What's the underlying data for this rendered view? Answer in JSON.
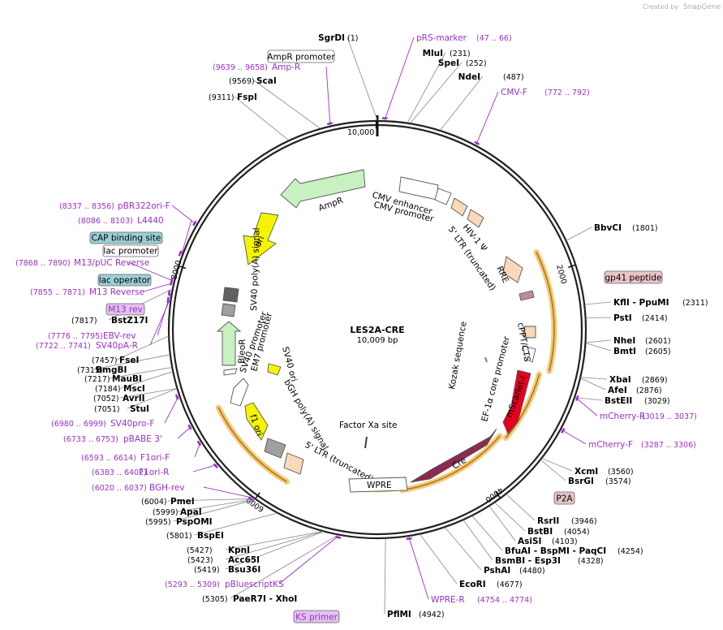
{
  "watermark": {
    "prefix": "Created by",
    "brand": "SnapGene"
  },
  "plasmid": {
    "name": "LES2A-CRE",
    "size": "10,009 bp",
    "length": 10009
  },
  "ticks": [
    {
      "pos": 10000,
      "label": "10,000"
    },
    {
      "pos": 2000,
      "label": "2000"
    },
    {
      "pos": 4000,
      "label": "4000"
    },
    {
      "pos": 6000,
      "label": "6000"
    },
    {
      "pos": 8000,
      "label": "8000"
    }
  ],
  "sites": [
    {
      "name": "SgrDI",
      "pos": "(1)",
      "bp": 1
    },
    {
      "name": "MluI",
      "pos": "(231)",
      "bp": 231
    },
    {
      "name": "SpeI",
      "pos": "(252)",
      "bp": 252
    },
    {
      "name": "NdeI",
      "pos": "(487)",
      "bp": 487
    },
    {
      "name": "BbvCI",
      "pos": "(1801)",
      "bp": 1801
    },
    {
      "name": "KflI - PpuMI",
      "pos": "(2311)",
      "bp": 2311
    },
    {
      "name": "PstI",
      "pos": "(2414)",
      "bp": 2414
    },
    {
      "name": "NheI",
      "pos": "(2601)",
      "bp": 2601
    },
    {
      "name": "BmtI",
      "pos": "(2605)",
      "bp": 2605
    },
    {
      "name": "XbaI",
      "pos": "(2869)",
      "bp": 2869
    },
    {
      "name": "AfeI",
      "pos": "(2876)",
      "bp": 2876
    },
    {
      "name": "BstEII",
      "pos": "(3029)",
      "bp": 3029
    },
    {
      "name": "XcmI",
      "pos": "(3560)",
      "bp": 3560
    },
    {
      "name": "BsrGI",
      "pos": "(3574)",
      "bp": 3574
    },
    {
      "name": "RsrII",
      "pos": "(3946)",
      "bp": 3946
    },
    {
      "name": "BstBI",
      "pos": "(4054)",
      "bp": 4054
    },
    {
      "name": "AsiSI",
      "pos": "(4103)",
      "bp": 4103
    },
    {
      "name": "BfuAI - BspMI - PaqCI",
      "pos": "(4254)",
      "bp": 4254
    },
    {
      "name": "BsmBI - Esp3I",
      "pos": "(4328)",
      "bp": 4328
    },
    {
      "name": "PshAI",
      "pos": "(4480)",
      "bp": 4480
    },
    {
      "name": "EcoRI",
      "pos": "(4677)",
      "bp": 4677
    },
    {
      "name": "PflMI",
      "pos": "(4942)",
      "bp": 4942
    },
    {
      "name": "PaeR7I - XhoI",
      "pos": "(5305)",
      "bp": 5305
    },
    {
      "name": "Bsu36I",
      "pos": "(5419)",
      "bp": 5419
    },
    {
      "name": "Acc65I",
      "pos": "(5423)",
      "bp": 5423
    },
    {
      "name": "KpnI",
      "pos": "(5427)",
      "bp": 5427
    },
    {
      "name": "BspEI",
      "pos": "(5801)",
      "bp": 5801
    },
    {
      "name": "PspOMI",
      "pos": "(5995)",
      "bp": 5995
    },
    {
      "name": "ApaI",
      "pos": "(5999)",
      "bp": 5999
    },
    {
      "name": "PmeI",
      "pos": "(6004)",
      "bp": 6004
    },
    {
      "name": "StuI",
      "pos": "(7051)",
      "bp": 7051
    },
    {
      "name": "AvrII",
      "pos": "(7052)",
      "bp": 7052
    },
    {
      "name": "MscI",
      "pos": "(7184)",
      "bp": 7184
    },
    {
      "name": "MauBI",
      "pos": "(7217)",
      "bp": 7217
    },
    {
      "name": "BmgBI",
      "pos": "(7315)",
      "bp": 7315
    },
    {
      "name": "FseI",
      "pos": "(7457)",
      "bp": 7457
    },
    {
      "name": "BstZ17I",
      "pos": "(7817)",
      "bp": 7817
    },
    {
      "name": "FspI",
      "pos": "(9311)",
      "bp": 9311
    },
    {
      "name": "ScaI",
      "pos": "(9569)",
      "bp": 9569
    }
  ],
  "primers": [
    {
      "name": "pRS-marker",
      "range": "(47 .. 66)",
      "bp": 56
    },
    {
      "name": "CMV-F",
      "range": "(772 .. 792)",
      "bp": 782
    },
    {
      "name": "mCherry-R",
      "range": "(3019 .. 3037)",
      "bp": 3028
    },
    {
      "name": "mCherry-F",
      "range": "(3287 .. 3306)",
      "bp": 3296
    },
    {
      "name": "WPRE-R",
      "range": "(4754 .. 4774)",
      "bp": 4764
    },
    {
      "name": "pBluescriptKS",
      "range": "(5293 .. 5309)",
      "bp": 5301
    },
    {
      "name": "BGH-rev",
      "range": "(6020 .. 6037)",
      "bp": 6028
    },
    {
      "name": "F1ori-R",
      "range": "(6383 .. 6402)",
      "bp": 6392
    },
    {
      "name": "F1ori-F",
      "range": "(6593 .. 6614)",
      "bp": 6603
    },
    {
      "name": "pBABE 3'",
      "range": "(6733 .. 6753)",
      "bp": 6743
    },
    {
      "name": "SV40pro-F",
      "range": "(6980 .. 6999)",
      "bp": 6990
    },
    {
      "name": "SV40pA-R",
      "range": "(7722 .. 7741)",
      "bp": 7731
    },
    {
      "name": "EBV-rev",
      "range": "(7776 .. 7795)",
      "bp": 7785
    },
    {
      "name": "M13 Reverse",
      "range": "(7855 .. 7871)",
      "bp": 7863
    },
    {
      "name": "M13/pUC Reverse",
      "range": "(7868 .. 7890)",
      "bp": 7879
    },
    {
      "name": "L4440",
      "range": "(8086 .. 8103)",
      "bp": 8094
    },
    {
      "name": "pBR322ori-F",
      "range": "(8337 .. 8356)",
      "bp": 8346
    },
    {
      "name": "Amp-R",
      "range": "(9639 .. 9658)",
      "bp": 9648
    }
  ],
  "boxed_labels": [
    {
      "text": "AmpR promoter",
      "style": "white"
    },
    {
      "text": "gp41 peptide",
      "style": "pink"
    },
    {
      "text": "P2A",
      "style": "pink"
    },
    {
      "text": "KS primer",
      "style": "purple"
    },
    {
      "text": "M13 rev",
      "style": "purple"
    },
    {
      "text": "lac operator",
      "style": "teal"
    },
    {
      "text": "lac promoter",
      "style": "white"
    },
    {
      "text": "CAP binding site",
      "style": "teal"
    }
  ],
  "features": [
    {
      "name": "CMV enhancer",
      "color": "#ffffff"
    },
    {
      "name": "CMV promoter",
      "color": "#ffffff"
    },
    {
      "name": "HIV-1 Ψ",
      "color": "#f9d9b8"
    },
    {
      "name": "5' LTR (truncated)",
      "color": "#f9d9b8"
    },
    {
      "name": "RRE",
      "color": "#f9d9b8"
    },
    {
      "name": "cPPT/CTS",
      "color": "#f9d9b8"
    },
    {
      "name": "EF-1α core promoter",
      "color": "#ffffff"
    },
    {
      "name": "Kozak sequence",
      "color": "#808080"
    },
    {
      "name": "mScarlet-I",
      "color": "#e6001e"
    },
    {
      "name": "Cre",
      "color": "#8b2a52"
    },
    {
      "name": "WPRE",
      "color": "#ffffff"
    },
    {
      "name": "Factor Xa site",
      "color": "#404040"
    },
    {
      "name": "5' LTR (truncated)",
      "color": "#f9d9b8"
    },
    {
      "name": "bGH poly(A) signal",
      "color": "#a0a0a0"
    },
    {
      "name": "f1 ori",
      "color": "#f4f400"
    },
    {
      "name": "SV40 ori",
      "color": "#f4f400"
    },
    {
      "name": "SV40 promoter",
      "color": "#ffffff"
    },
    {
      "name": "EM7 promoter",
      "color": "#ffffff"
    },
    {
      "name": "BleoR",
      "color": "#c8f0c0"
    },
    {
      "name": "SV40 poly(A) signal",
      "color": "#a0a0a0"
    },
    {
      "name": "ori",
      "color": "#f4f400"
    },
    {
      "name": "AmpR",
      "color": "#c8f0c0"
    }
  ],
  "colors": {
    "primer": "#9b30c8",
    "ring": "#222222",
    "orf_highlight": "#f5c87a",
    "pink_box": "#e8c4c8",
    "teal_box": "#9ccfd8",
    "purple_box": "#e2c2ee"
  }
}
